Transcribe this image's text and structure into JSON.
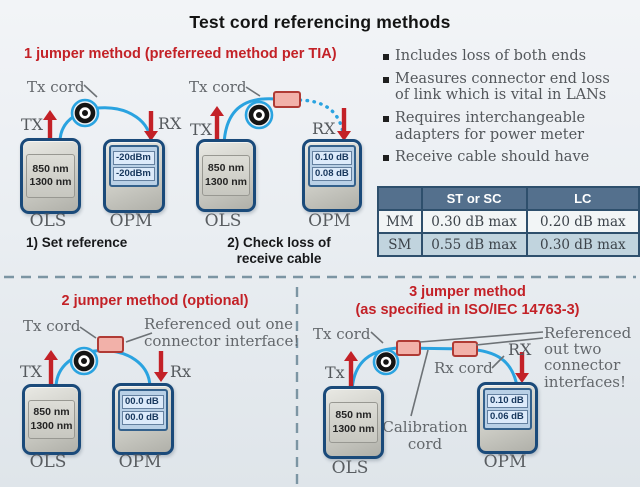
{
  "title": "Test cord referencing methods",
  "method1": {
    "heading": "1 jumper method (preferreed method per TIA)",
    "step1": {
      "tx_cord": "Tx cord",
      "tx": "TX",
      "rx": "RX",
      "ols_display": [
        "850 nm",
        "1300 nm"
      ],
      "ols_label": "OLS",
      "opm_display": [
        "-20dBm",
        "-20dBm"
      ],
      "opm_label": "OPM",
      "caption": "1) Set reference"
    },
    "step2": {
      "tx_cord": "Tx cord",
      "tx": "TX",
      "rx": "RX",
      "ols_display": [
        "850 nm",
        "1300 nm"
      ],
      "ols_label": "OLS",
      "opm_display": [
        "0.10 dB",
        "0.08 dB"
      ],
      "opm_label": "OPM",
      "caption": "2) Check loss of\nreceive cable"
    }
  },
  "notes": [
    "Includes loss of both ends",
    "Measures connector end loss\nof link which is vital in LANs",
    "Requires interchangeable\nadapters for power meter",
    "Receive cable should have"
  ],
  "loss_table": {
    "col_headers": [
      "ST or SC",
      "LC"
    ],
    "rows": [
      {
        "label": "MM",
        "st_sc": "0.30 dB max",
        "lc": "0.20 dB max"
      },
      {
        "label": "SM",
        "st_sc": "0.55 dB max",
        "lc": "0.30 dB max"
      }
    ]
  },
  "method2": {
    "heading": "2 jumper method (optional)",
    "tx_cord": "Tx cord",
    "note": "Referenced out one\nconnector interface!",
    "tx": "TX",
    "rx": "Rx",
    "ols_display": [
      "850 nm",
      "1300 nm"
    ],
    "ols_label": "OLS",
    "opm_display": [
      "00.0 dB",
      "00.0 dB"
    ],
    "opm_label": "OPM"
  },
  "method3": {
    "heading": "3 jumper method\n(as specified in ISO/IEC 14763-3)",
    "tx_cord": "Tx cord",
    "rx_cord": "Rx cord",
    "calibration": "Calibration\ncord",
    "note": "Referenced\nout two\nconnector\ninterfaces!",
    "tx": "Tx",
    "rx": "RX",
    "ols_display": [
      "850 nm",
      "1300 nm"
    ],
    "ols_label": "OLS",
    "opm_display": [
      "0.10 dB",
      "0.06 dB"
    ],
    "opm_label": "OPM"
  },
  "colors": {
    "accent_red": "#c32127",
    "cable_blue": "#2aa3e0",
    "connector_fill": "#f2b1a9",
    "connector_stroke": "#b03b35",
    "table_header_bg": "#54708d",
    "device_border_navy": "#1a4a7a",
    "display_bg": "#b9d0e6"
  }
}
